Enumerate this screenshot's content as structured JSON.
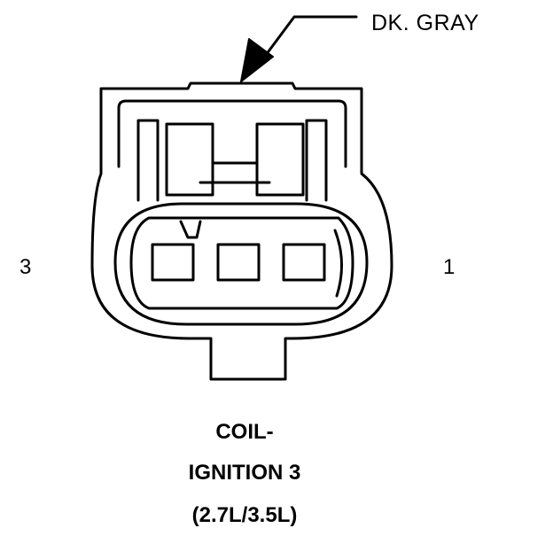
{
  "wire_color_label": "DK. GRAY",
  "pin_left_label": "3",
  "pin_right_label": "1",
  "caption": {
    "line1": "COIL-",
    "line2": "IGNITION 3",
    "line3": "(2.7L/3.5L)"
  },
  "colors": {
    "line": "#000000",
    "background": "#ffffff"
  }
}
